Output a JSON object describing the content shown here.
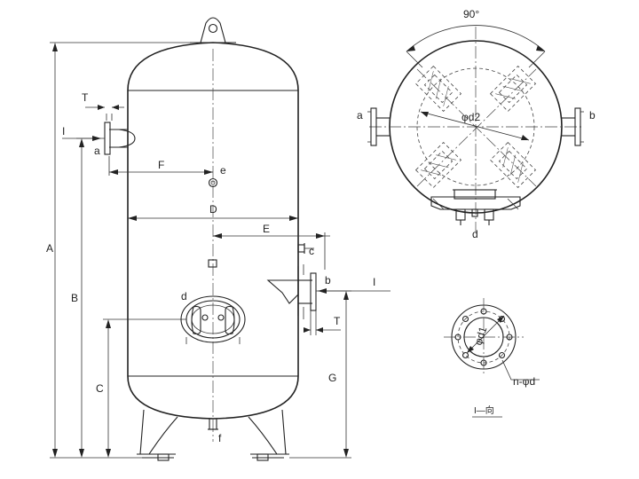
{
  "labels": {
    "angle": "90°",
    "nozzle_a_side": "a",
    "nozzle_b_side": "b",
    "nozzle_a_front": "a",
    "nozzle_b_front": "b",
    "nozzle_c": "c",
    "nozzle_d_top": "d",
    "nozzle_d_front": "d",
    "nozzle_e": "e",
    "nozzle_f": "f",
    "dim_A": "A",
    "dim_B": "B",
    "dim_C": "C",
    "dim_D": "D",
    "dim_E": "E",
    "dim_F": "F",
    "dim_G": "G",
    "dim_T_top": "T",
    "dim_T_bottom": "T",
    "dim_I_left": "I",
    "dim_I_right": "I",
    "dia_d2": "φd2",
    "dia_d1": "φd1",
    "bolt_holes": "n-φd",
    "section_view": "I—向"
  }
}
